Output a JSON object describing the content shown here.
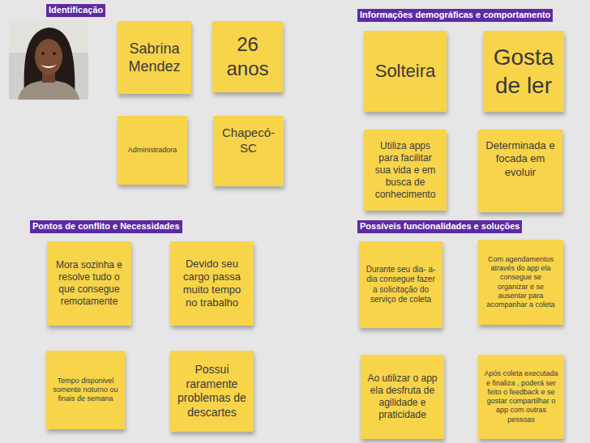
{
  "diagram": {
    "nodes": [
      {
        "text": [
          "Identificação"
        ]
      },
      {
        "text": [
          "Sabrina Mendez"
        ]
      },
      {
        "text": [
          "26 anos"
        ]
      },
      {
        "text": [
          "Administradora"
        ]
      },
      {
        "text": [
          "Chapecó- SC"
        ]
      },
      {
        "text": [
          "Informações demográficas e comportamento"
        ]
      },
      {
        "text": [
          "Solteira"
        ]
      },
      {
        "text": [
          "Gosta de ler"
        ]
      },
      {
        "text": [
          "Utiliza apps para facilitar sua vida e em busca de conhecimento"
        ]
      },
      {
        "text": [
          "Determinada e focada em evoluir"
        ]
      },
      {
        "text": [
          "Pontos de conflito e Necessidades"
        ]
      },
      {
        "text": [
          "Mora sozinha e resolve tudo o que consegue remotamente"
        ]
      },
      {
        "text": [
          "Devido seu cargo passa muito tempo no trabalho"
        ]
      },
      {
        "text": [
          "Tempo disponivel somente noturno ou finais de semana"
        ]
      },
      {
        "text": [
          "Possui raramente problemas de descartes"
        ]
      },
      {
        "text": [
          "Possíveis funcionalidades e soluções"
        ]
      },
      {
        "text": [
          "Durante seu dia- a-dia consegue fazer a solicitação do serviço de coleta"
        ]
      },
      {
        "text": [
          "Com agendamentos através do app ela consegue se organizar e se ausentar para acompanhar a coleta"
        ]
      },
      {
        "text": [
          "Ao utilizar o app ela desfruta de agilidade e praticidade"
        ]
      },
      {
        "text": [
          "Após coleta executada e finaliza , poderá ser feito o feedback e se gostar compartilhar o app com outras pessoas"
        ]
      }
    ]
  }
}
